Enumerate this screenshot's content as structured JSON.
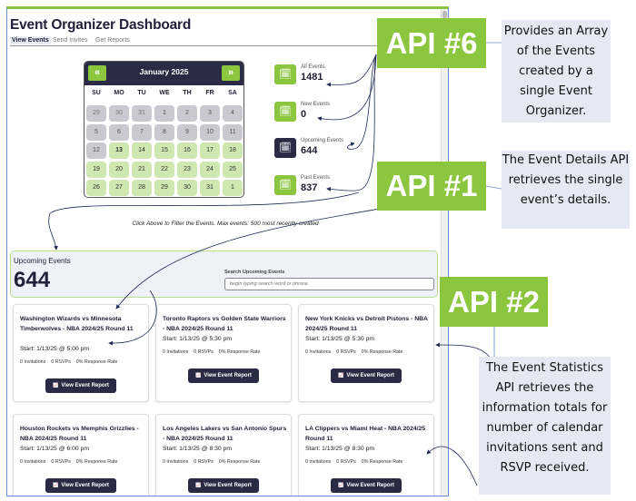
{
  "app": {
    "title": "Event Organizer Dashboard",
    "tabs": [
      {
        "label": "View Events",
        "active": true
      },
      {
        "label": "Send Invites"
      },
      {
        "label": "Get Reports"
      }
    ]
  },
  "calendar": {
    "month": "January 2025",
    "prev": "«",
    "next": "»",
    "days": [
      "SU",
      "MO",
      "TU",
      "WE",
      "TH",
      "FR",
      "SA"
    ],
    "weeks": [
      [
        "29",
        "30",
        "31",
        "1",
        "2",
        "3",
        "4"
      ],
      [
        "5",
        "6",
        "7",
        "8",
        "9",
        "10",
        "11"
      ],
      [
        "12",
        "13",
        "14",
        "15",
        "16",
        "17",
        "18"
      ],
      [
        "19",
        "20",
        "21",
        "22",
        "23",
        "24",
        "25"
      ],
      [
        "26",
        "27",
        "28",
        "29",
        "30",
        "31",
        "1"
      ]
    ],
    "today": "13"
  },
  "stats": [
    {
      "label": "All Events",
      "value": "1481"
    },
    {
      "label": "New Events",
      "value": "0"
    },
    {
      "label": "Upcoming Events",
      "value": "644",
      "active": true
    },
    {
      "label": "Past Events",
      "value": "837"
    }
  ],
  "caption": "Click Above to Filter the Events. Max events: 500 most recently created",
  "upcoming": {
    "title": "Upcoming Events",
    "count": "644",
    "search_label": "Search Upcoming Events",
    "search_placeholder": "begin typing search word or phrase"
  },
  "events": [
    {
      "title": "Washington Wizards vs Minnesota Timberwolves - NBA 2024/25 Round 11",
      "start": "Start: 1/13/25 @ 5:00 pm",
      "invitations": "0 Invitations",
      "rsvps": "0 RSVPs",
      "rate": "0% Response Rate",
      "button": "View Event Report"
    },
    {
      "title": "Toronto Raptors vs Golden State Warriors - NBA 2024/25 Round 11",
      "start": "Start: 1/13/25 @ 5:30 pm",
      "invitations": "0 Invitations",
      "rsvps": "0 RSVPs",
      "rate": "0% Response Rate",
      "button": "View Event Report"
    },
    {
      "title": "New York Knicks vs Detroit Pistons - NBA 2024/25 Round 11",
      "start": "Start: 1/13/25 @ 5:30 pm",
      "invitations": "0 Invitations",
      "rsvps": "0 RSVPs",
      "rate": "0% Response Rate",
      "button": "View Event Report"
    },
    {
      "title": "Houston Rockets vs Memphis Grizzlies - NBA 2024/25 Round 11",
      "start": "Start: 1/13/25 @ 6:00 pm",
      "invitations": "0 Invitations",
      "rsvps": "0 RSVPs",
      "rate": "0% Response Rate",
      "button": "View Event Report"
    },
    {
      "title": "Los Angeles Lakers vs San Antonio Spurs - NBA 2024/25 Round 11",
      "start": "Start: 1/13/25 @ 8:30 pm",
      "invitations": "0 Invitations",
      "rsvps": "0 RSVPs",
      "rate": "0% Response Rate",
      "button": "View Event Report"
    },
    {
      "title": "LA Clippers vs Miami Heat - NBA 2024/25 Round 11",
      "start": "Start: 1/13/25 @ 8:30 pm",
      "invitations": "0 Invitations",
      "rsvps": "0 RSVPs",
      "rate": "0% Response Rate",
      "button": "View Event Report"
    }
  ],
  "annotations": [
    {
      "label": "API #6",
      "note": "Provides an Array of the Events created by a single Event Organizer."
    },
    {
      "label": "API #1",
      "note": "The Event Details API retrieves the single event’s details."
    },
    {
      "label": "API #2",
      "note": "The Event Statistics API retrieves the information totals for number of calendar invitations sent and RSVP received."
    }
  ],
  "colors": {
    "accent": "#8cc63f",
    "dark": "#2b2a45",
    "past_day": "#c9c9cf",
    "upcoming_day": "#cfe7b0",
    "note_bg": "#e6e9f4"
  }
}
